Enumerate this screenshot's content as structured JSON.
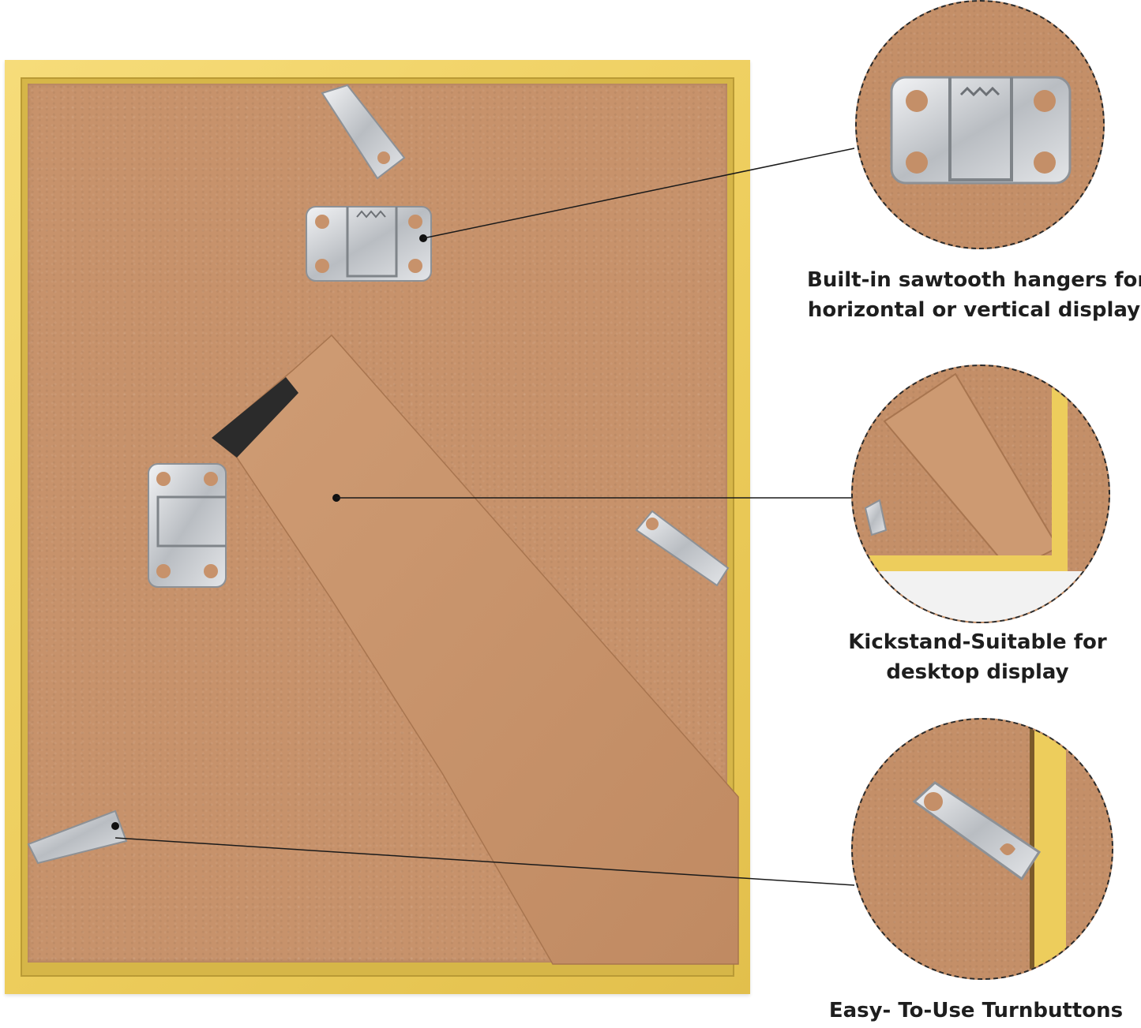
{
  "callouts": {
    "hangers": {
      "line1": "Built-in sawtooth hangers for",
      "line2": "horizontal or vertical display"
    },
    "kickstand": {
      "line1": "Kickstand-Suitable for",
      "line2": "desktop  display"
    },
    "turnbuttons": {
      "line1": "Easy- To-Use Turnbuttons"
    }
  },
  "colors": {
    "frame": "#edcd5c",
    "backboard": "#c7926b",
    "metal": "#c9ccd0",
    "text": "#1e1e1e"
  }
}
